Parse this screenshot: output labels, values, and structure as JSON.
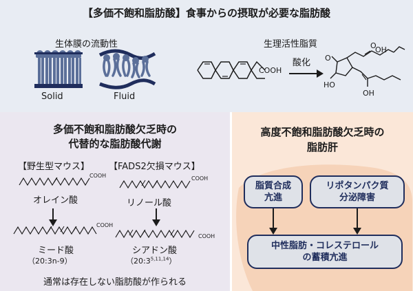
{
  "top": {
    "title": "【多価不飽和脂肪酸】食事からの摂取が必要な脂肪酸",
    "membrane_fluidity_label": "生体膜の流動性",
    "solid_label": "Solid",
    "fluid_label": "Fluid",
    "bioactive_label": "生理活性脂質",
    "oxidation_label": "酸化",
    "cooh_label": "COOH",
    "product_oh_top": "OH",
    "product_o": "O",
    "product_ho": "HO",
    "product_oh_bottom": "OH",
    "product_o_top": "O"
  },
  "left": {
    "title_line1": "多価不飽和脂肪酸欠乏時の",
    "title_line2": "代替的な脂肪酸代謝",
    "wild_type_label": "【野生型マウス】",
    "fads2_label": "【FADS2欠損マウス】",
    "oleic_acid": "オレイン酸",
    "linoleic_acid": "リノール酸",
    "mead_acid": "ミード酸",
    "mead_formula": "（20:3n-9）",
    "sciadonic_acid": "シアドン酸",
    "sciadonic_formula_base": "（20:3",
    "sciadonic_formula_sup": "5,11,14",
    "sciadonic_formula_end": "）",
    "cooh": "COOH",
    "footer": "通常は存在しない脂肪酸が作られる"
  },
  "right": {
    "title_line1": "高度不飽和脂肪酸欠乏時の",
    "title_line2": "脂肪肝",
    "box1_line1": "脂質合成",
    "box1_line2": "亢進",
    "box2_line1": "リポタンパク質",
    "box2_line2": "分泌障害",
    "box3_line1": "中性脂肪・コレステロール",
    "box3_line2": "の蓄積亢進"
  },
  "colors": {
    "top_bg": "#e8ecf3",
    "left_bg": "#ebe7f0",
    "right_bg": "#fbe7d8",
    "box_border": "#1f2d5c",
    "lipid_blue": "#5b6f99"
  }
}
